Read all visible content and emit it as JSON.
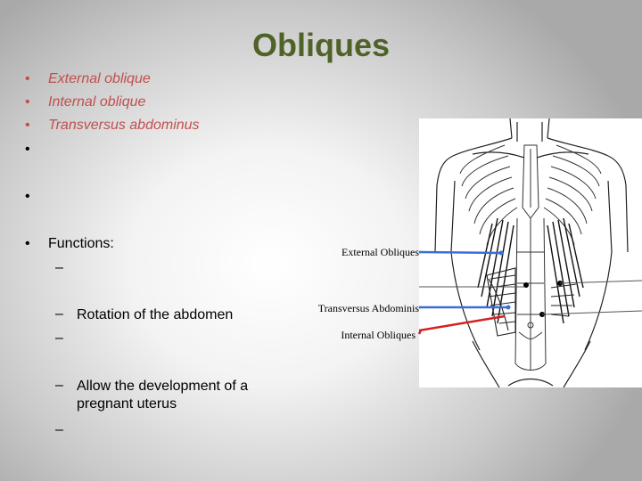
{
  "slide": {
    "title": "Obliques",
    "bullets": [
      {
        "text": "External oblique",
        "style": "red"
      },
      {
        "text": "Internal oblique",
        "style": "red"
      },
      {
        "text": "Transversus abdominus",
        "style": "red"
      },
      {
        "text": "",
        "style": "plain"
      },
      {
        "text": "",
        "style": "plain"
      },
      {
        "text": "Functions:",
        "style": "plain"
      }
    ],
    "sub_bullets": [
      {
        "text": ""
      },
      {
        "text": "Rotation of the abdomen"
      },
      {
        "text": ""
      },
      {
        "text": "Allow the development of a pregnant uterus"
      },
      {
        "text": ""
      }
    ],
    "bullet_glyph": "•",
    "dash_glyph": "–"
  },
  "figure": {
    "labels": {
      "external": "External Obliques",
      "transversus": "Transversus Abdominis",
      "internal": "Internal Obliques"
    },
    "colors": {
      "title": "#4f6228",
      "red_text": "#c0504d",
      "leader_blue": "#3b6fd6",
      "leader_red": "#d42020"
    }
  }
}
